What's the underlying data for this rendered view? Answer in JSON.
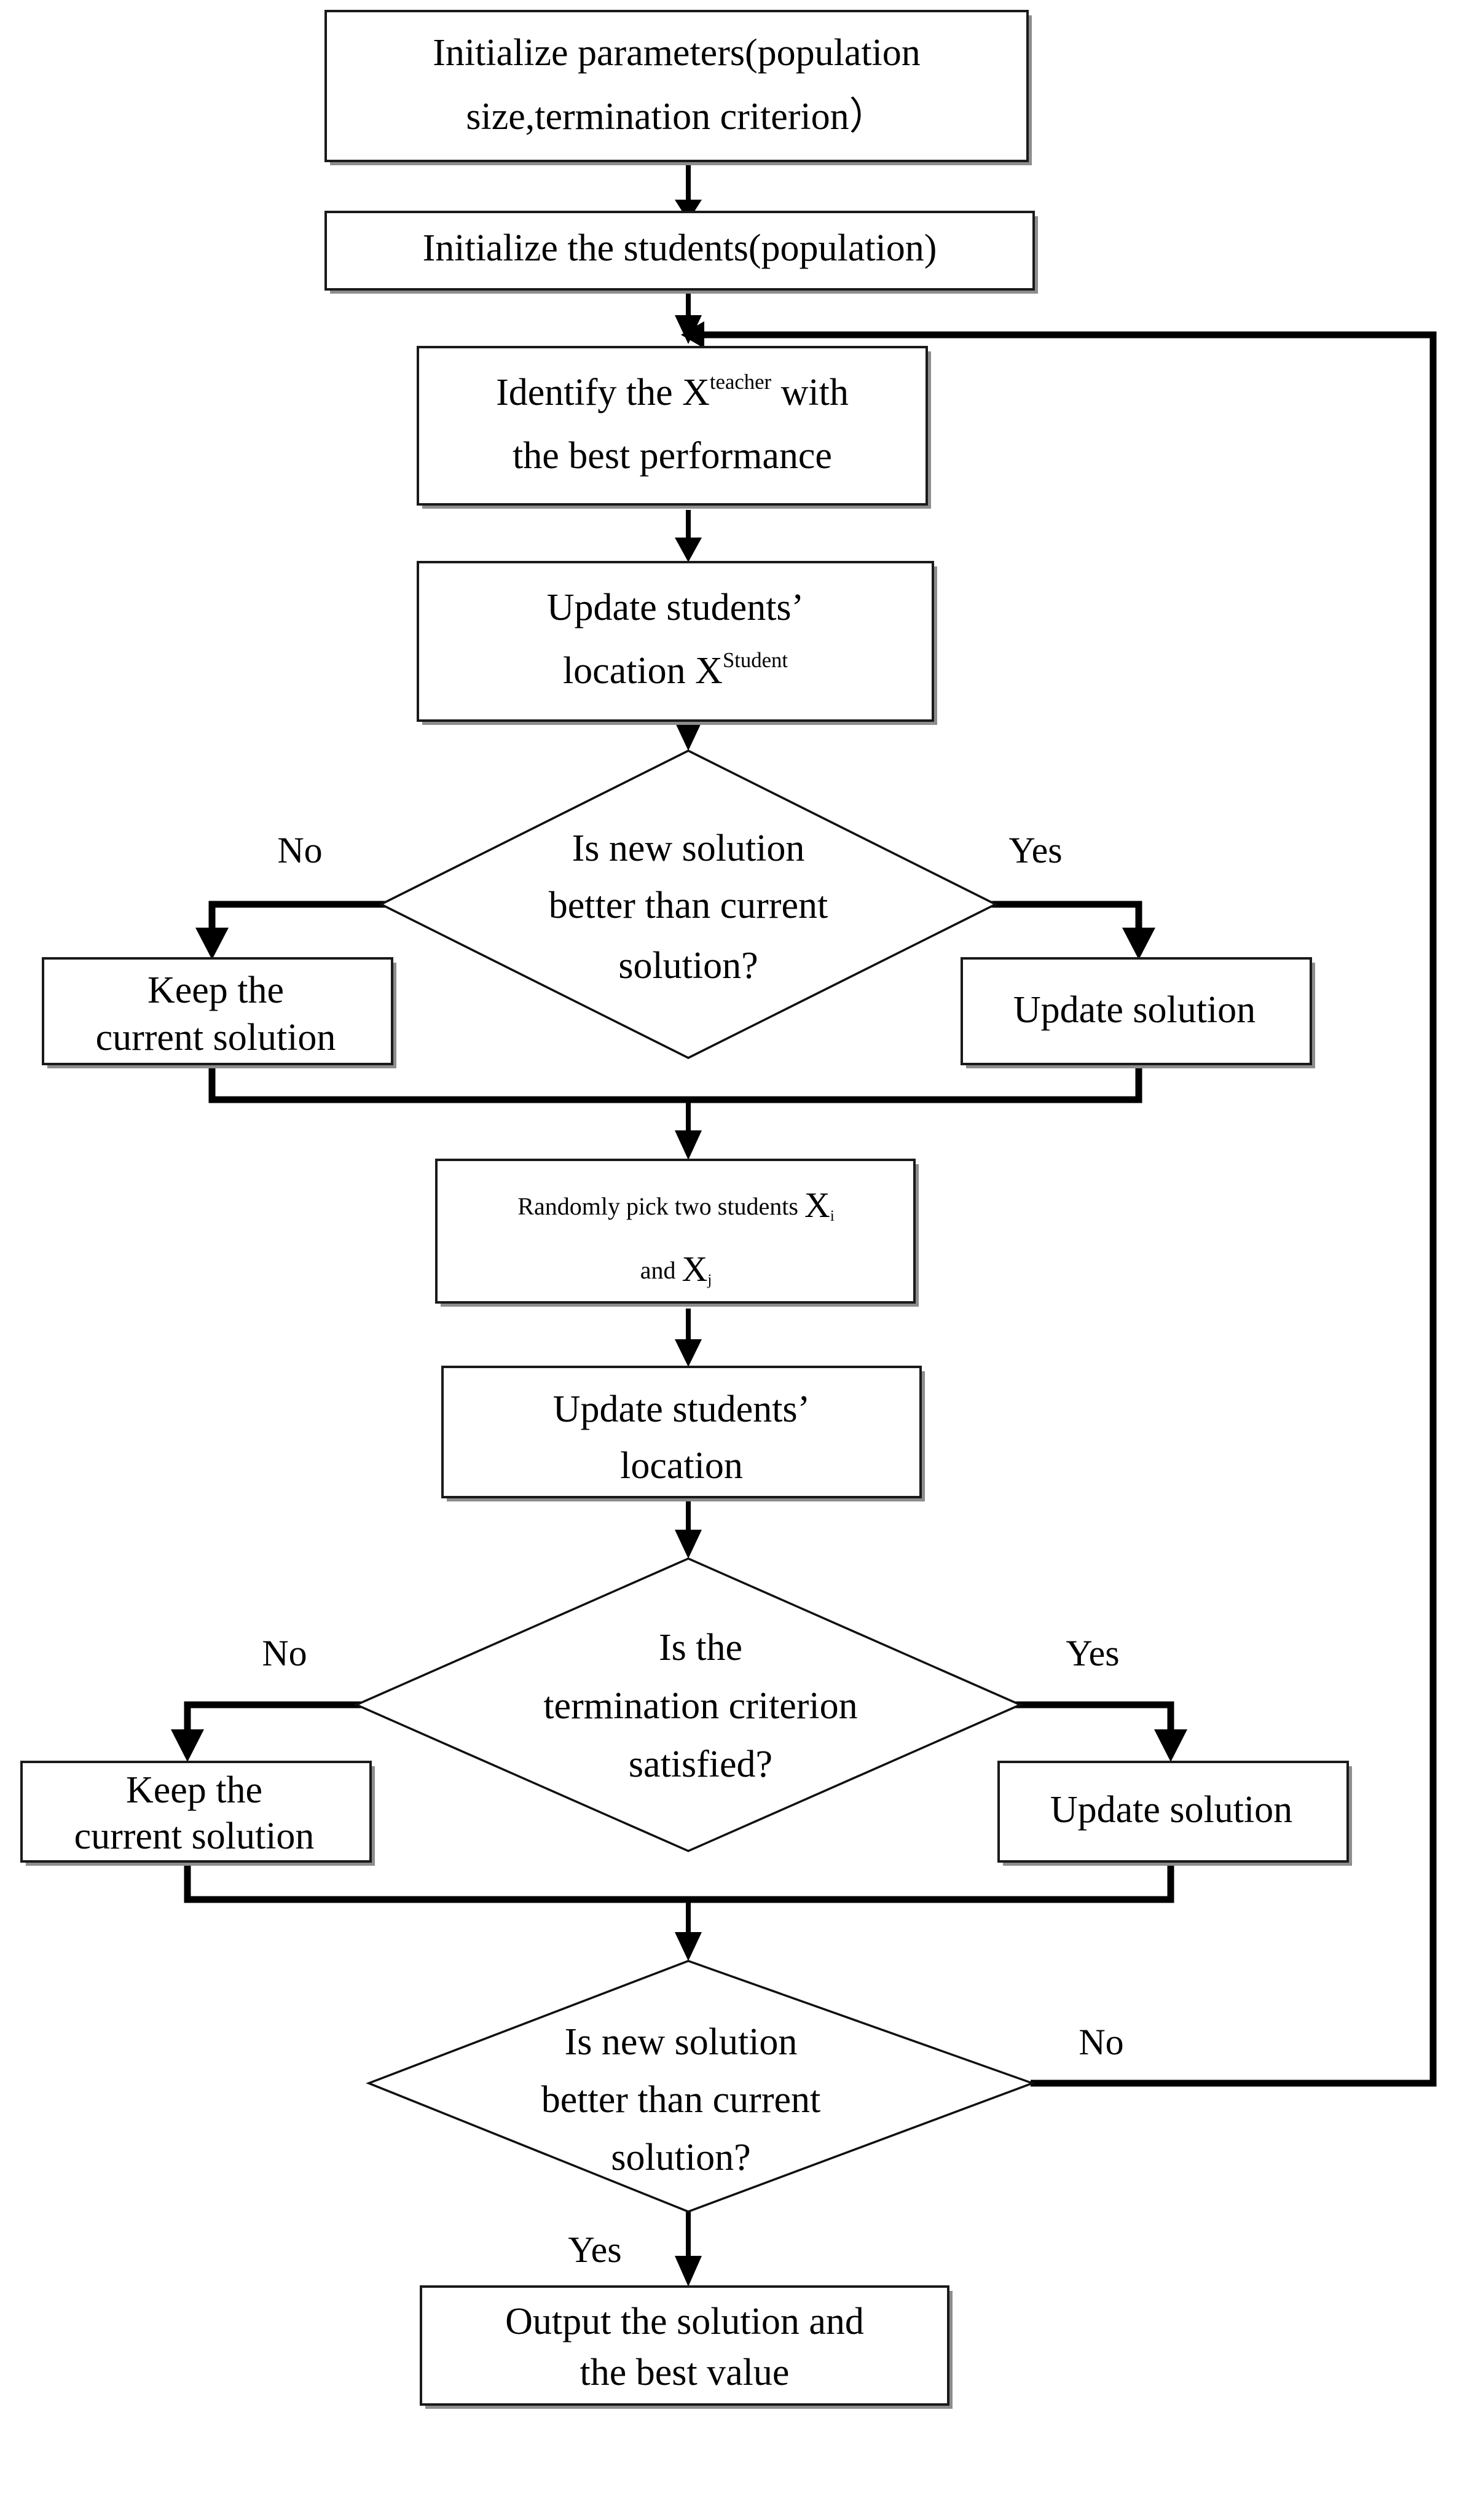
{
  "diagram": {
    "title": "TLBO algorithm flowchart",
    "type": "flowchart",
    "colors": {
      "background": "#ffffff",
      "stroke": "#000000",
      "box_fill": "#ffffff",
      "box_shadow": "#8d8d8d"
    },
    "nodes": [
      {
        "id": "init-parameters",
        "shape": "process",
        "lines": [
          "Initialize parameters(population",
          "size,termination criterion）"
        ]
      },
      {
        "id": "init-students",
        "shape": "process",
        "lines": [
          "Initialize the students(population)"
        ]
      },
      {
        "id": "identify-teacher",
        "shape": "process",
        "line1_pre": "Identify the X",
        "line1_sup": "teacher",
        "line1_post": " with",
        "line2": "the best performance"
      },
      {
        "id": "update-student-location",
        "shape": "process",
        "line1": "Update students’",
        "line2_pre": "location X",
        "line2_sup": "Student"
      },
      {
        "id": "decision-better-1",
        "shape": "decision",
        "lines": [
          "Is new solution",
          "better than current",
          "solution?"
        ]
      },
      {
        "id": "keep-current-1",
        "shape": "process",
        "lines": [
          "Keep the",
          "current solution"
        ]
      },
      {
        "id": "update-solution-1",
        "shape": "process",
        "lines": [
          "Update solution"
        ]
      },
      {
        "id": "randomly-pick",
        "shape": "process",
        "line1_pre": "Randomly pick two students ",
        "line1_var": "X",
        "line1_sub": "i",
        "line2_pre": "and ",
        "line2_var": "X",
        "line2_sub": "j"
      },
      {
        "id": "update-location-2",
        "shape": "process",
        "lines": [
          "Update students’",
          "location"
        ]
      },
      {
        "id": "decision-termination",
        "shape": "decision",
        "lines": [
          "Is the",
          "termination criterion",
          "satisfied?"
        ]
      },
      {
        "id": "keep-current-2",
        "shape": "process",
        "lines": [
          "Keep the",
          "current solution"
        ]
      },
      {
        "id": "update-solution-2",
        "shape": "process",
        "lines": [
          "Update solution"
        ]
      },
      {
        "id": "decision-better-2",
        "shape": "decision",
        "lines": [
          "Is  new solution",
          "better than current",
          "solution?"
        ]
      },
      {
        "id": "output-solution",
        "shape": "process",
        "lines": [
          "Output the solution and",
          "the best value"
        ]
      }
    ],
    "edge_labels": {
      "d1_no": "No",
      "d1_yes": "Yes",
      "d2_no": "No",
      "d2_yes": "Yes",
      "d3_no": "No",
      "d3_yes": "Yes"
    }
  }
}
